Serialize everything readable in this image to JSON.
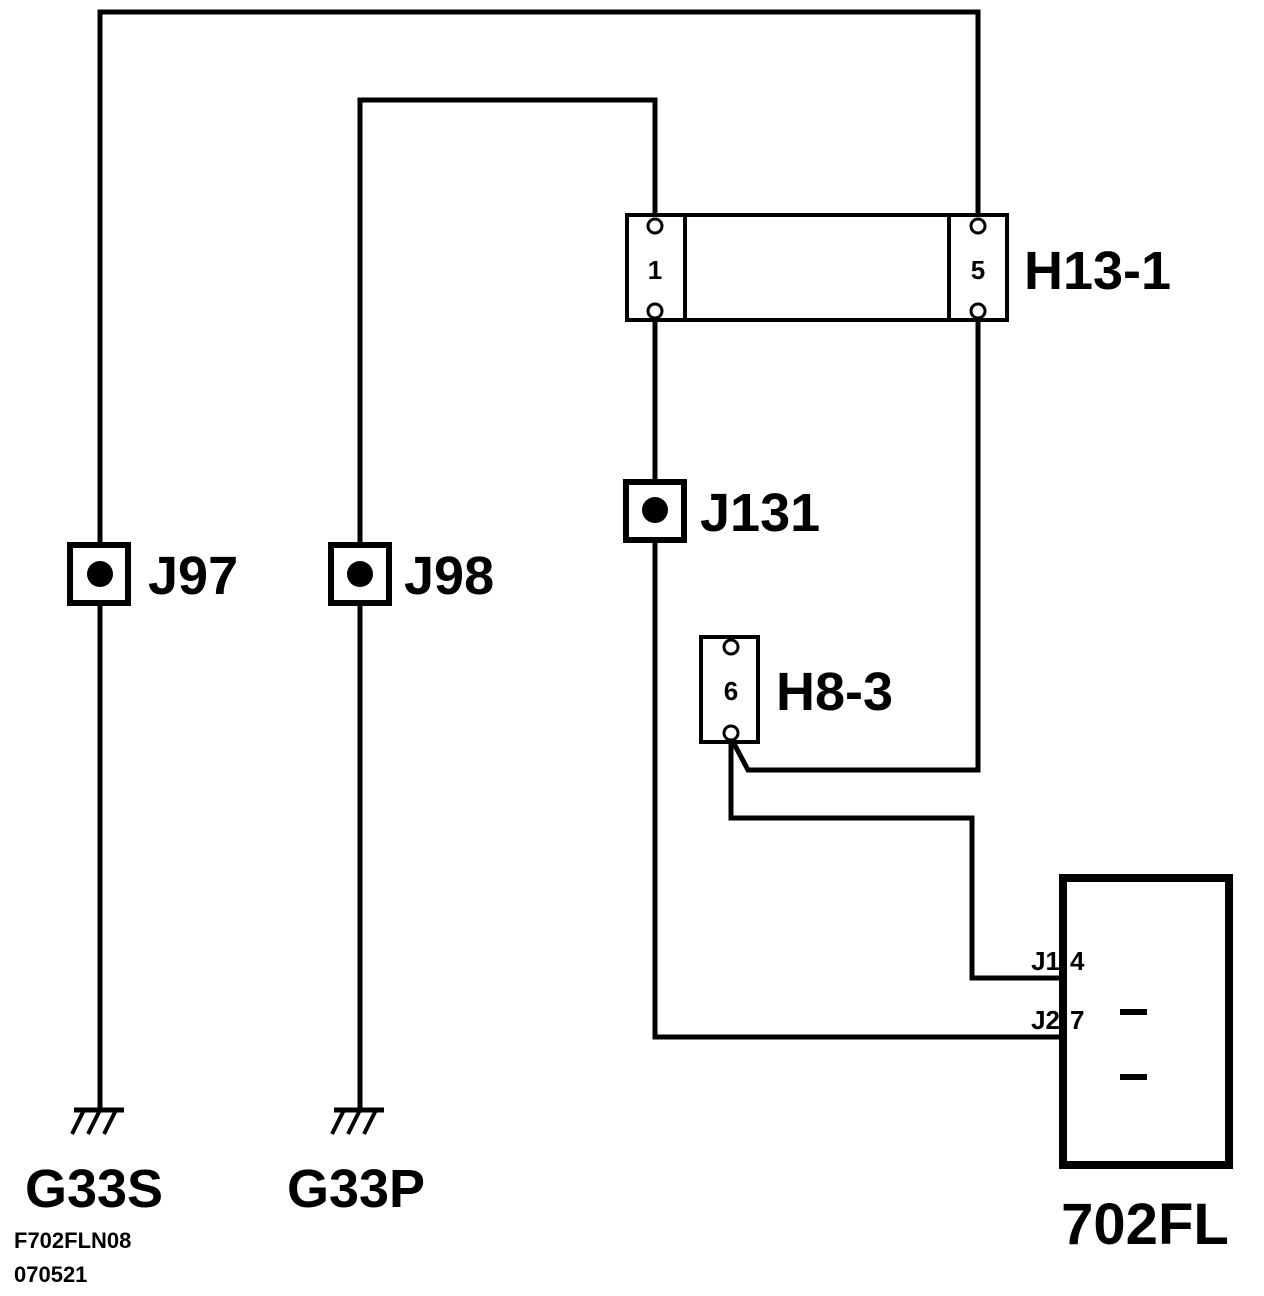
{
  "connectors": {
    "h13": {
      "name": "H13-1",
      "pin_left": "1",
      "pin_right": "5"
    },
    "h8": {
      "name": "H8-3",
      "pin": "6"
    }
  },
  "splices": {
    "j97": "J97",
    "j98": "J98",
    "j131": "J131"
  },
  "grounds": {
    "g33s": "G33S",
    "g33p": "G33P"
  },
  "component": {
    "name": "702FL",
    "pin_j1": "J1",
    "pin_j1_num": "4",
    "pin_j2": "J2",
    "pin_j2_num": "7"
  },
  "footer": {
    "code": "F702FLN08",
    "date": "070521"
  }
}
